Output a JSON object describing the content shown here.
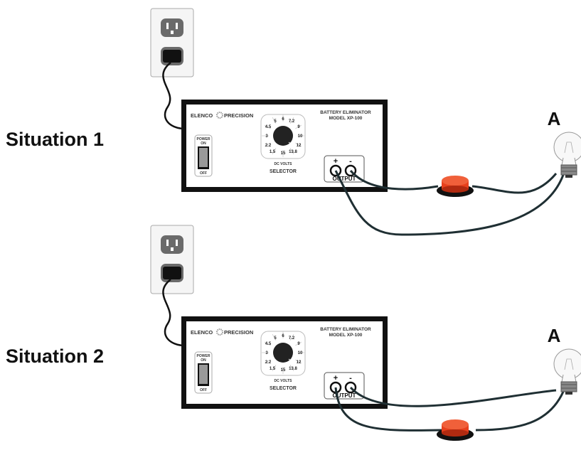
{
  "situations": [
    {
      "label": "Situation 1",
      "switch_position": "on-negative-wire"
    },
    {
      "label": "Situation 2",
      "switch_position": "on-positive-wire"
    }
  ],
  "device": {
    "brand_left": "ELENCO",
    "brand_right": "PRECISION",
    "title_line1": "BATTERY ELIMINATOR",
    "title_line2": "MODEL XP-100",
    "power_on": "POWER",
    "power_on2": "ON",
    "power_off": "OFF",
    "dial_values": [
      "1.5",
      "2.2",
      "3",
      "4.5",
      "5",
      "6",
      "7.2",
      "9",
      "10",
      "12",
      "13.8",
      "15"
    ],
    "dc_volts": "DC VOLTS",
    "selector": "SELECTOR",
    "plus": "+",
    "minus": "-",
    "output": "OUTPUT"
  },
  "bulb_label": "A",
  "colors": {
    "wire": "#1f2f33",
    "button_red": "#e8401c",
    "case": "#111111"
  }
}
